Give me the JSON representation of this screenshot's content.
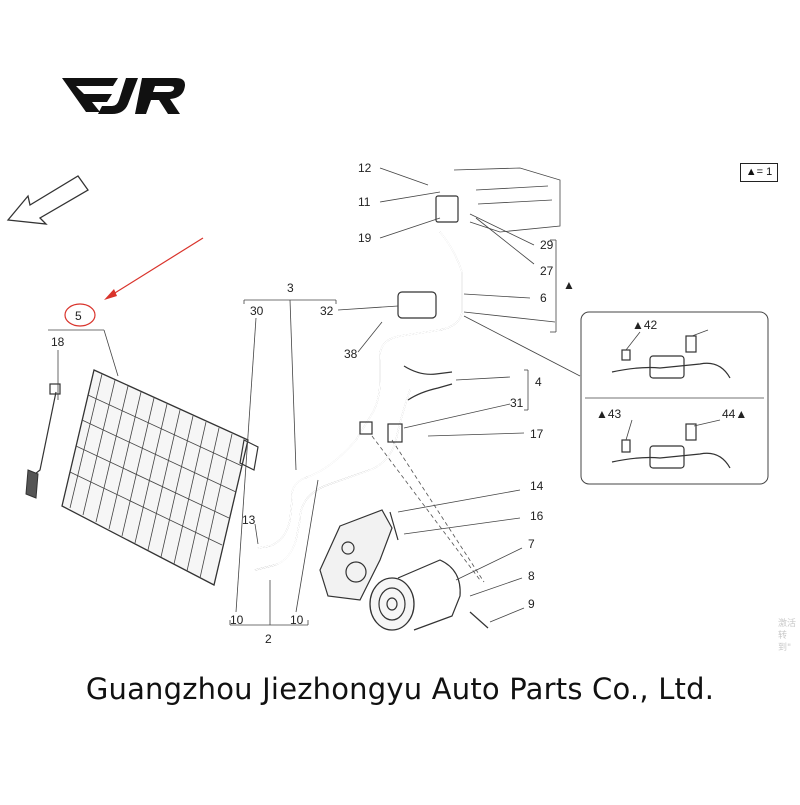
{
  "brand": {
    "logo_text": "EJR"
  },
  "legend": {
    "text": "▲= 1"
  },
  "company_name": "Guangzhou Jiezhongyu Auto Parts Co., Ltd.",
  "watermark": {
    "line1": "激活",
    "line2": "转到\""
  },
  "callouts": {
    "c1": "12",
    "c2": "11",
    "c3": "19",
    "c4": "29",
    "c5": "27",
    "c6": "6",
    "c7": "3",
    "c8": "30",
    "c9": "32",
    "c10": "5",
    "c11": "18",
    "c12": "38",
    "c13": "4",
    "c14": "31",
    "c15": "17",
    "c16": "14",
    "c17": "16",
    "c18": "13",
    "c19": "7",
    "c20": "8",
    "c21": "9",
    "c22": "10",
    "c23": "10",
    "c24": "2",
    "c25": "▲42",
    "c26": "▲43",
    "c27": "44▲",
    "c28": "▲"
  },
  "colors": {
    "arrow": "#d9332b",
    "line": "#333333"
  }
}
